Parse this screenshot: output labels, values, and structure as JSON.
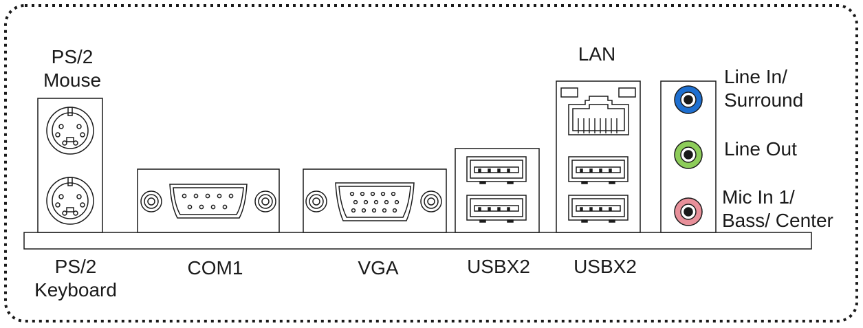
{
  "labels": {
    "ps2_mouse": [
      "PS/2",
      "Mouse"
    ],
    "ps2_keyboard": [
      "PS/2",
      "Keyboard"
    ],
    "com1": "COM1",
    "vga": "VGA",
    "usb_left": "USBX2",
    "usb_right": "USBX2",
    "lan": "LAN",
    "line_in": [
      "Line In/",
      "Surround"
    ],
    "line_out": "Line Out",
    "mic_in": [
      "Mic In 1/",
      "Bass/ Center"
    ]
  },
  "colors": {
    "outline": "#1a1a1a",
    "line_in_jack": "#1e6fd0",
    "line_out_jack": "#8dcc5a",
    "mic_in_jack": "#e8909a"
  }
}
